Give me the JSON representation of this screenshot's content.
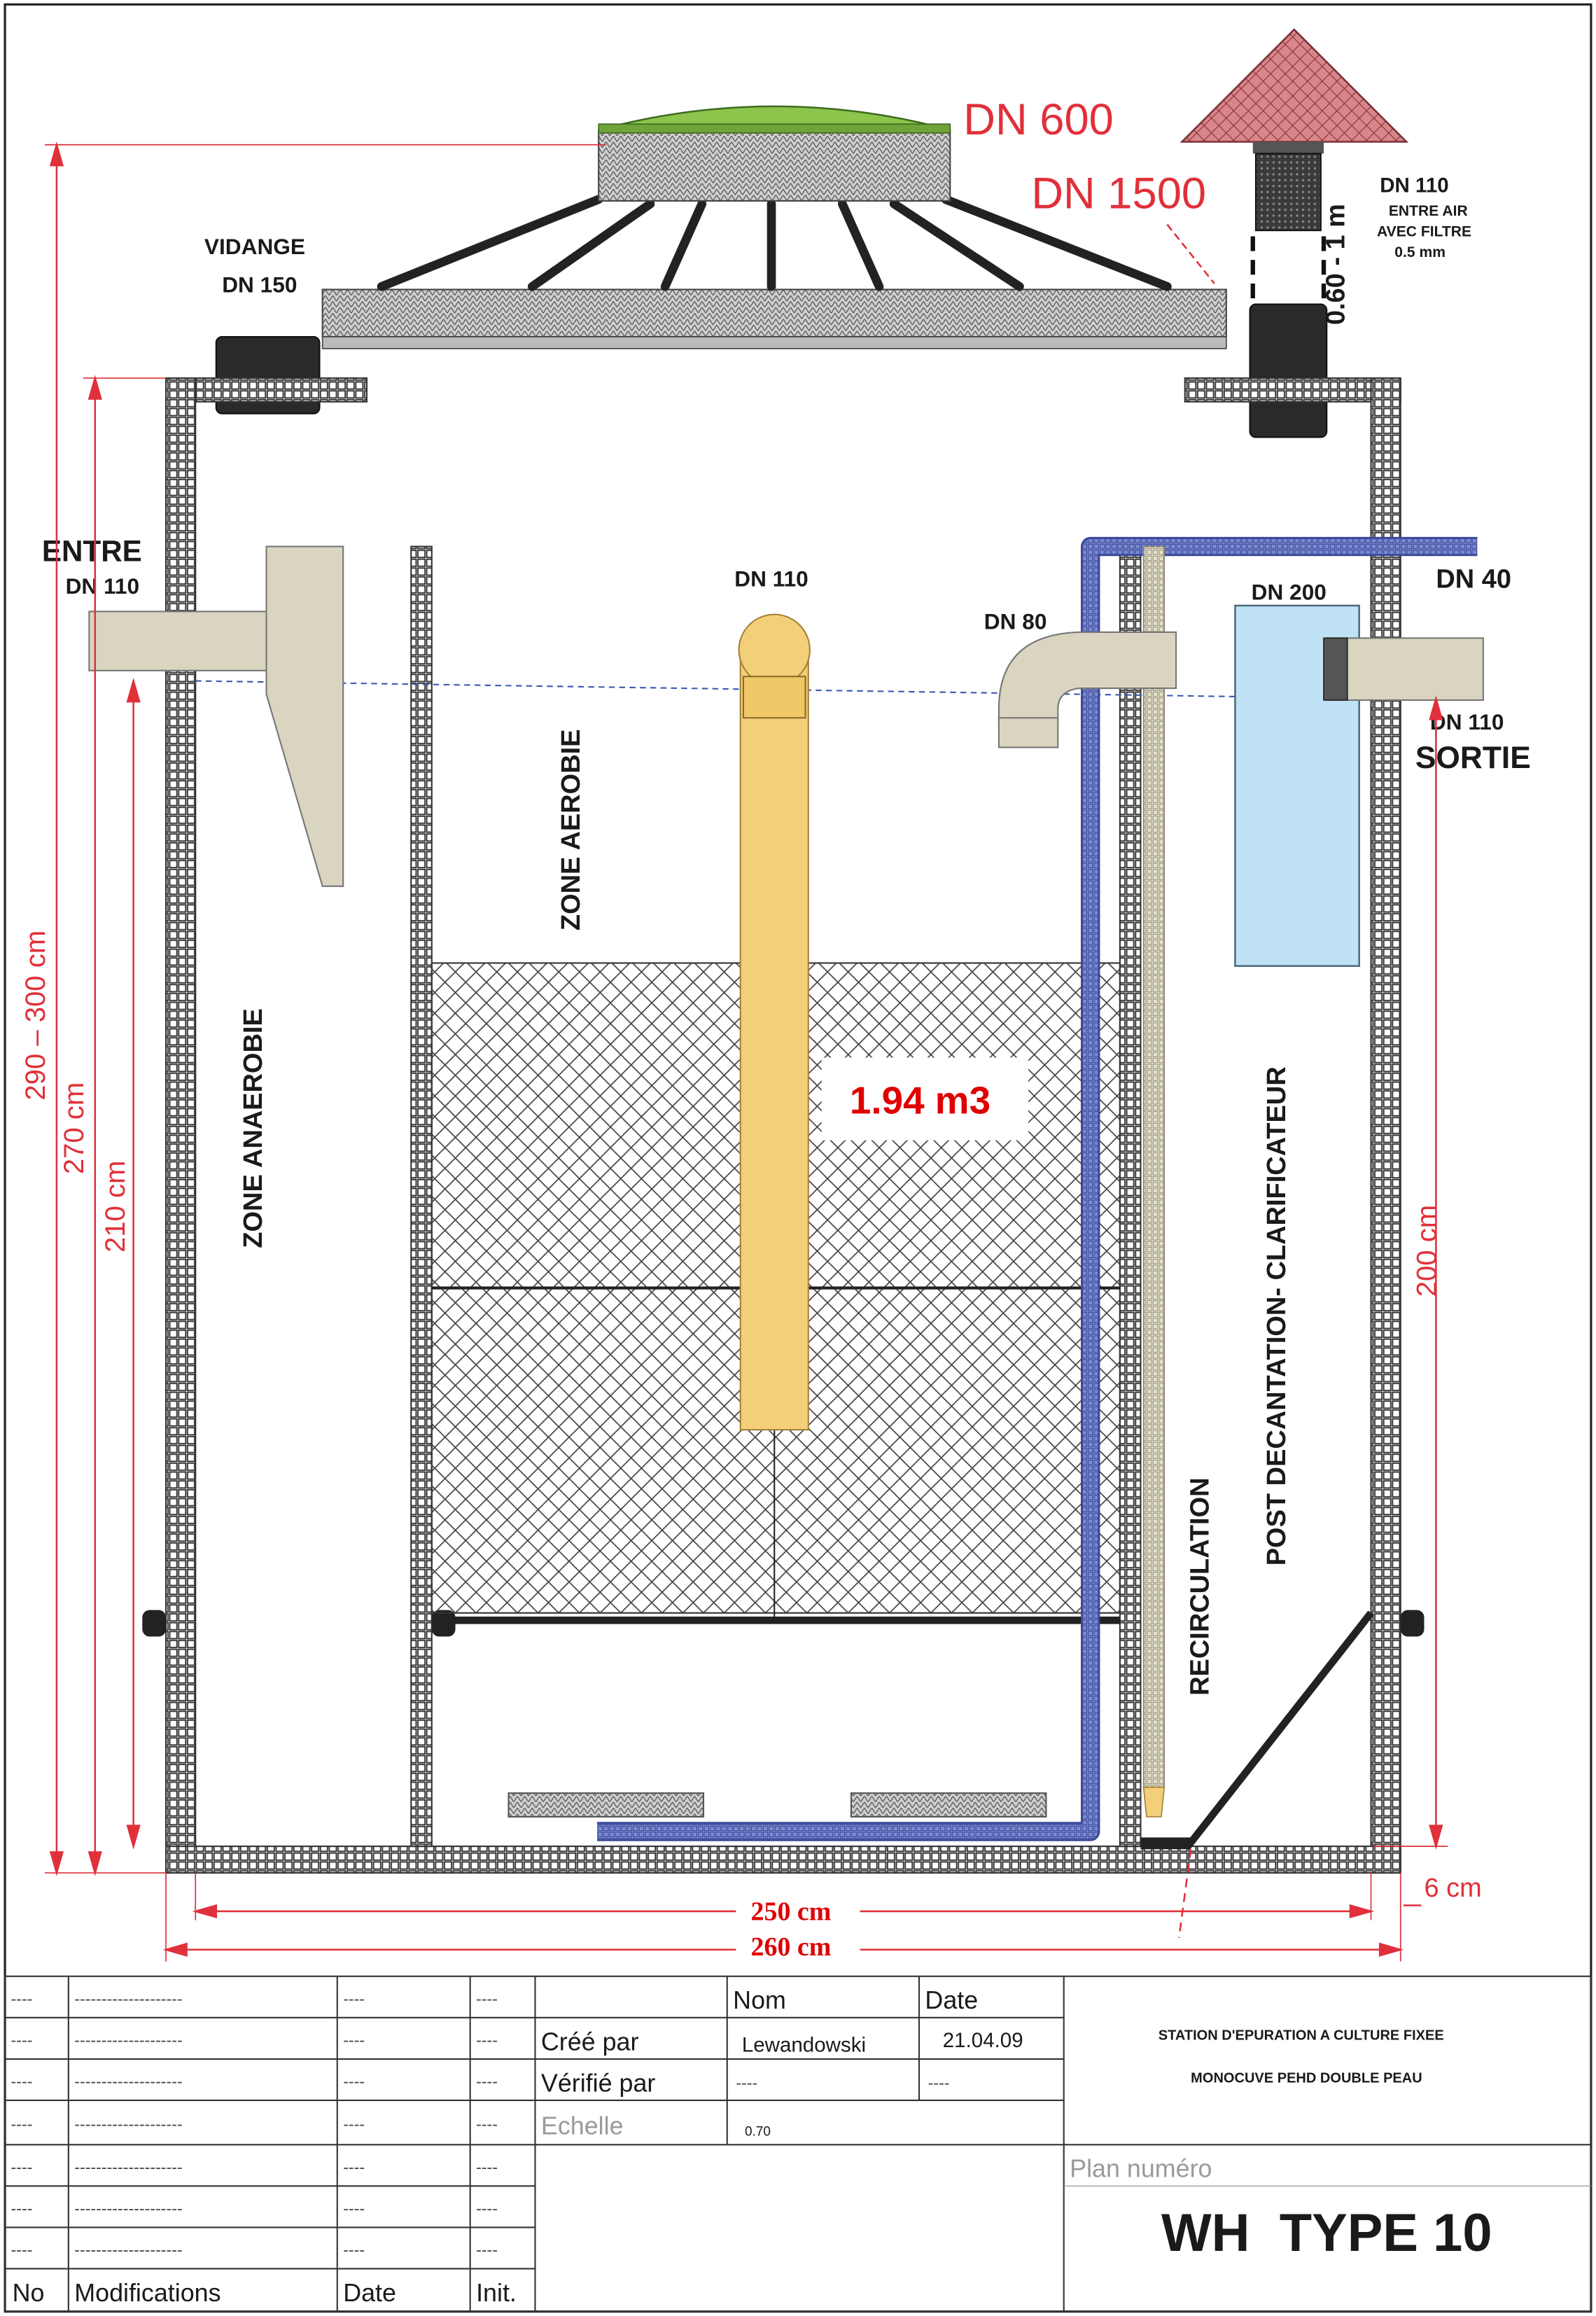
{
  "labels": {
    "dn600": "DN 600",
    "dn1500": "DN 1500",
    "dn110_top": "DN 110",
    "entre_air": "ENTRE AIR",
    "avec_filtre": "AVEC FILTRE",
    "filtre_mm": "0.5 mm",
    "vent_height": "0.60 - 1 m",
    "vidange": "VIDANGE",
    "vidange_dn": "DN 150",
    "entre": "ENTRE",
    "entre_dn": "DN 110",
    "dn110_center": "DN 110",
    "dn80": "DN 80",
    "dn200": "DN 200",
    "dn40": "DN 40",
    "sortie_dn": "DN 110",
    "sortie": "SORTIE",
    "zone_aerobie": "ZONE AEROBIE",
    "zone_anaerobie": "ZONE ANAEROBIE",
    "recirculation": "RECIRCULATION",
    "post_decantation": "POST DECANTATION- CLARIFICATEUR",
    "volume": "1.94 m3"
  },
  "dimensions": {
    "h_total": "290 – 300 cm",
    "h_270": "270 cm",
    "h_210": "210 cm",
    "h_200": "200 cm",
    "w_250": "250 cm",
    "w_260": "260 cm",
    "wall_6": "6 cm"
  },
  "title_block": {
    "placeholder_short": "----",
    "placeholder_long": "--------------------",
    "header_nom": "Nom",
    "header_date": "Date",
    "cree_par": "Créé par",
    "verifie_par": "Vérifié par",
    "echelle": "Echelle",
    "author": "Lewandowski",
    "date_value": "21.04.09",
    "verif_nom": "----",
    "verif_date": "----",
    "scale_value": "0.70",
    "project_line1": "STATION D'EPURATION A CULTURE FIXEE",
    "project_line2": "MONOCUVE PEHD DOUBLE PEAU",
    "plan_label": "Plan numéro",
    "plan_number": "WH  TYPE 10",
    "col_no": "No",
    "col_modifications": "Modifications",
    "col_date": "Date",
    "col_init": "Init."
  },
  "colors": {
    "dimension_red": "#e0303a",
    "volume_red": "#e00000",
    "pipe_beige": "#d9d5c0",
    "aerator_orange": "#f3cf7a",
    "lid_green": "#8cc44c",
    "roof_pink": "#d9868a",
    "recirc_blue": "#5a6ab8",
    "clarifier_blue": "#bfe3f4"
  }
}
